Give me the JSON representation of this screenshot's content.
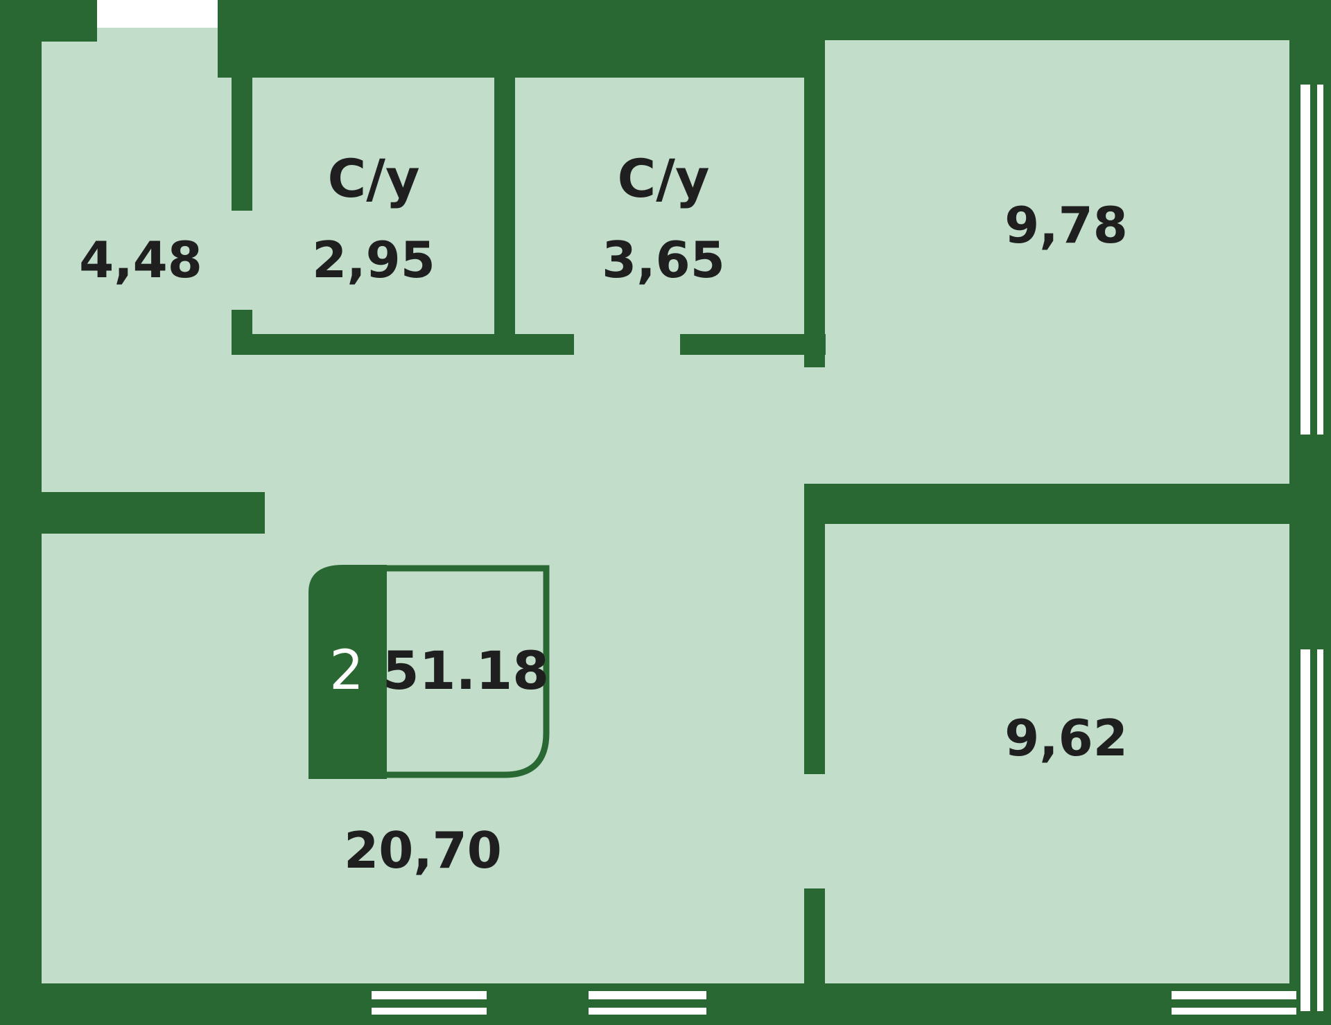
{
  "colors": {
    "wall": "#2a6833",
    "floor": "#c2ddca",
    "window": "#ffffff",
    "text": "#1f1f1f"
  },
  "rooms": {
    "hallway": {
      "area": "4,48"
    },
    "bathroom_1": {
      "name": "С/у",
      "area": "2,95"
    },
    "bathroom_2": {
      "name": "С/у",
      "area": "3,65"
    },
    "bedroom_top": {
      "area": "9,78"
    },
    "bedroom_bottom": {
      "area": "9,62"
    },
    "living_room": {
      "area": "20,70"
    }
  },
  "apartment_badge": {
    "rooms_count": "2",
    "total_area": "51.18"
  }
}
